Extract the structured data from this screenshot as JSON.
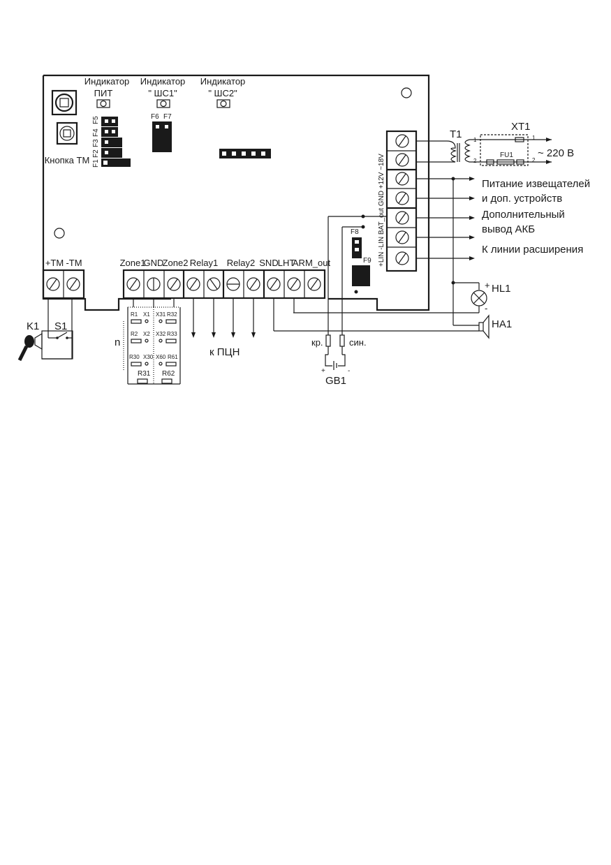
{
  "labels": {
    "ind_pit_title": "Индикатор",
    "ind_pit_sub": "ПИТ",
    "ind_shs1_title": "Индикатор",
    "ind_shs1_sub": "\" ШС1\"",
    "ind_shs2_title": "Индикатор",
    "ind_shs2_sub": "\" ШС2\"",
    "f5": "F5",
    "f4": "F4",
    "f3": "F3",
    "f2": "F2",
    "f1": "F1",
    "f6": "F6",
    "f7": "F7",
    "f8": "F8",
    "f9": "F9",
    "button_tm": "Кнопка ТМ",
    "tm_plus": "+ТМ",
    "tm_minus": "-ТМ",
    "zone1": "Zone1",
    "gnd": "GND",
    "zone2": "Zone2",
    "relay1": "Relay1",
    "relay2": "Relay2",
    "snd": "SND",
    "lht": "LHT",
    "arm_out": "ARM_out",
    "right_terminals": "+LIN -LIN BAT_out GND +12V ~18V",
    "t1": "T1",
    "xt1": "XT1",
    "fu1": "FU1",
    "pin1a": "1",
    "pin2a": "2",
    "pin1b": "1",
    "pin2b": "2",
    "mains": "~ 220 В",
    "out_power_1": "Питание извещателей",
    "out_power_2": "и доп. устройств",
    "out_bat_1": "Дополнительный",
    "out_bat_2": "вывод АКБ",
    "out_lin": "К линии расширения",
    "hl1": "HL1",
    "ha1": "HA1",
    "hl_plus": "+",
    "hl_minus": "-",
    "k1": "K1",
    "s1": "S1",
    "n": "n",
    "r1": "R1",
    "x1": "X1",
    "x31": "X31",
    "r32": "R32",
    "r2": "R2",
    "x2": "X2",
    "x32": "X32",
    "r33": "R33",
    "r30": "R30",
    "x30": "X30",
    "x60": "X60",
    "r61": "R61",
    "r31": "R31",
    "r62": "R62",
    "pcn": "к ПЦН",
    "kr": "кр.",
    "sin": "син.",
    "gb1": "GB1",
    "gb_plus": "+",
    "gb_minus": "-"
  }
}
